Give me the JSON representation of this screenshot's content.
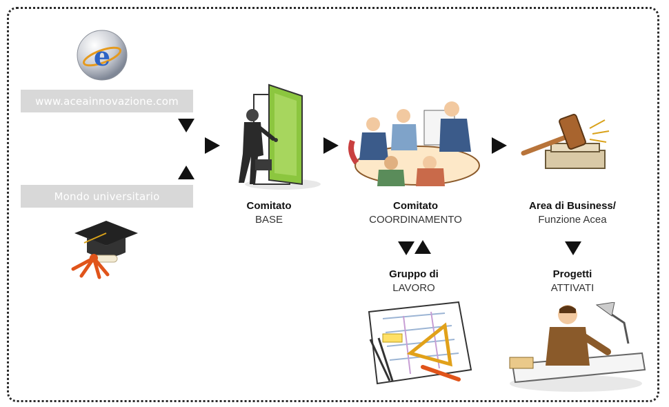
{
  "sources": {
    "website": "www.aceainnovazione.com",
    "university": "Mondo universitario"
  },
  "nodes": {
    "base": {
      "title": "Comitato",
      "subtitle": "BASE"
    },
    "coordinamento": {
      "title": "Comitato",
      "subtitle": "COORDINAMENTO"
    },
    "business": {
      "title": "Area di Business/",
      "subtitle": "Funzione Acea"
    },
    "gruppo": {
      "title": "Gruppo di",
      "subtitle": "LAVORO"
    },
    "progetti": {
      "title": "Progetti",
      "subtitle": "ATTIVATI"
    }
  },
  "icons": {
    "web": "internet-explorer-globe-icon",
    "graduation": "graduation-cap-diploma-icon",
    "door": "businessman-open-door-icon",
    "meeting": "meeting-table-icon",
    "gavel": "gavel-icon",
    "blueprint": "blueprint-tools-icon",
    "designer": "designer-at-desk-icon"
  },
  "colors": {
    "bar_bg": "#d8d8d8",
    "arrow": "#111111",
    "frame": "#2b2b2b",
    "door_green": "#8cc63f"
  }
}
